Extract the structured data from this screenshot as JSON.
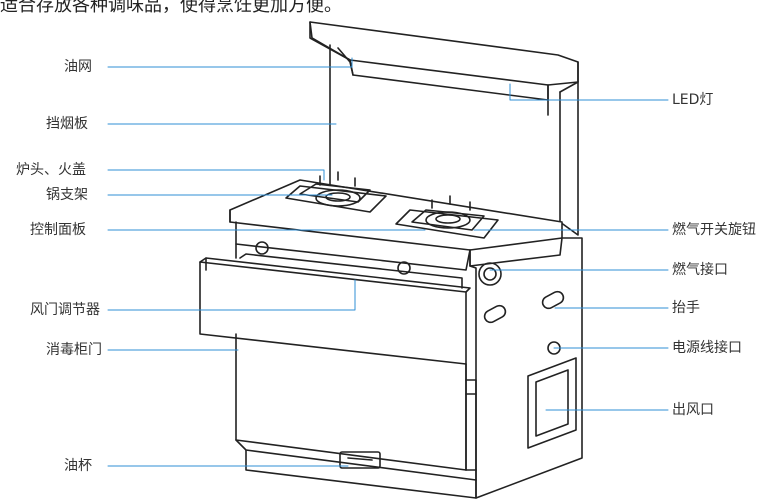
{
  "caption": "适合存放各种调味品，使得烹饪更加方便。",
  "labels": {
    "oil_net": "油网",
    "smoke_board": "挡烟板",
    "burner_cap": "炉头、火盖",
    "pot_rack": "锅支架",
    "control_panel": "控制面板",
    "damper": "风门调节器",
    "sterilizer": "消毒柜门",
    "oil_cup": "油杯",
    "led_light": "LED灯",
    "gas_knob": "燃气开关旋钮",
    "gas_inlet": "燃气接口",
    "handle": "抬手",
    "power_inlet": "电源线接口",
    "air_outlet": "出风口"
  },
  "colors": {
    "leader": "#2f8fd6",
    "stroke": "#222222",
    "text": "#333333"
  }
}
